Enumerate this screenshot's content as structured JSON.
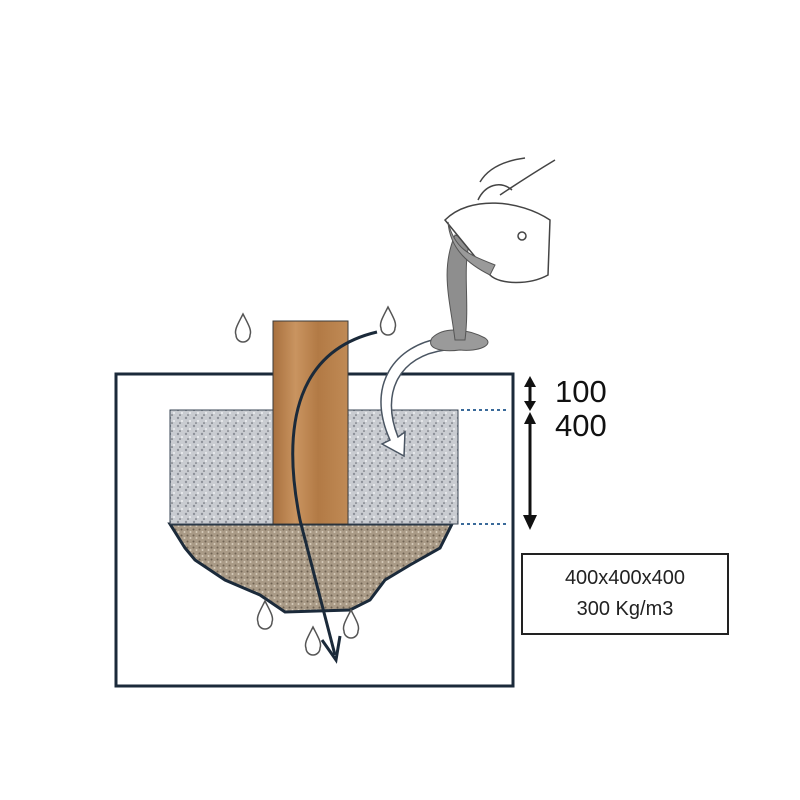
{
  "dimensions": {
    "top_gap": "100",
    "depth": "400"
  },
  "spec": {
    "size": "400x400x400",
    "density": "300 Kg/m3"
  },
  "colors": {
    "frame": "#1b2a3a",
    "post": "#b9824c",
    "concrete": "#c4c7cc",
    "gravel": "#a79885",
    "dotted_line": "#3a6a9a"
  }
}
